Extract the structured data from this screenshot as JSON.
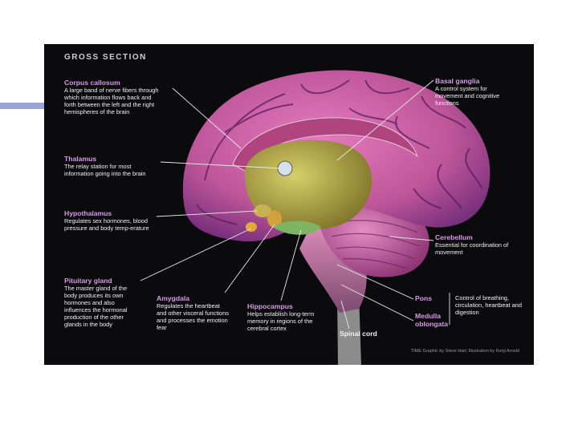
{
  "figure": {
    "heading": "GROSS SECTION",
    "credit": "TIME Graphic by Steve Hart; Illustration by Kenji Arnold"
  },
  "labels": [
    {
      "id": "corpus-callosum",
      "title": "Corpus callosum",
      "desc": "A large band of nerve fibers through which information flows back and forth between the left and the right hemispheres of the brain"
    },
    {
      "id": "thalamus",
      "title": "Thalamus",
      "desc": "The relay station for most information going into the brain"
    },
    {
      "id": "hypothalamus",
      "title": "Hypothalamus",
      "desc": "Regulates sex hormones, blood pressure and body temp-erature"
    },
    {
      "id": "pituitary-gland",
      "title": "Pituitary gland",
      "desc": "The master gland of the body produces its own hormones and also influences the hormonal production of the other glands in the body"
    },
    {
      "id": "amygdala",
      "title": "Amygdala",
      "desc": "Regulates the heartbeat and other visceral functions and processes the emotion fear"
    },
    {
      "id": "hippocampus",
      "title": "Hippocampus",
      "desc": "Helps establish long-term memory in regions of the cerebral cortex"
    },
    {
      "id": "spinal-cord",
      "title": "Spinal cord",
      "desc": ""
    },
    {
      "id": "basal-ganglia",
      "title": "Basal ganglia",
      "desc": "A control system for movement and cognitive functions"
    },
    {
      "id": "cerebellum",
      "title": "Cerebellum",
      "desc": "Essential for coordination of movement"
    },
    {
      "id": "pons",
      "title": "Pons",
      "desc": ""
    },
    {
      "id": "medulla-oblongata",
      "title": "Medulla oblongata",
      "desc": ""
    },
    {
      "id": "pons-medulla-function",
      "title": "",
      "desc": "Control of breathing, circulation, heartbeat and digestion"
    }
  ],
  "colors": {
    "background": "#0b0b0d",
    "label_title": "#d79be8",
    "cerebrum": "#c0569a",
    "cerebellum": "#b94a8c",
    "thalamus": "#a59a3d",
    "limbic": "#7fb463",
    "accent_bar": "#9aa3d6"
  }
}
